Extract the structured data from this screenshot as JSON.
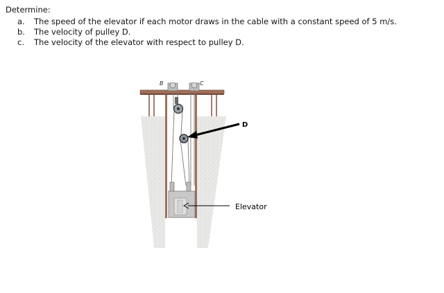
{
  "document": {
    "heading": "Determine:",
    "questions": [
      {
        "label": "a.",
        "text": "The speed of the elevator if each motor draws in the cable with a constant speed of 5 m/s."
      },
      {
        "label": "b.",
        "text": "The velocity of pulley D."
      },
      {
        "label": "c.",
        "text": "The velocity of the elevator with respect to pulley D."
      }
    ]
  },
  "figure": {
    "label_B": "B",
    "label_C": "C",
    "label_D": "D",
    "label_elevator": "Elevator"
  }
}
